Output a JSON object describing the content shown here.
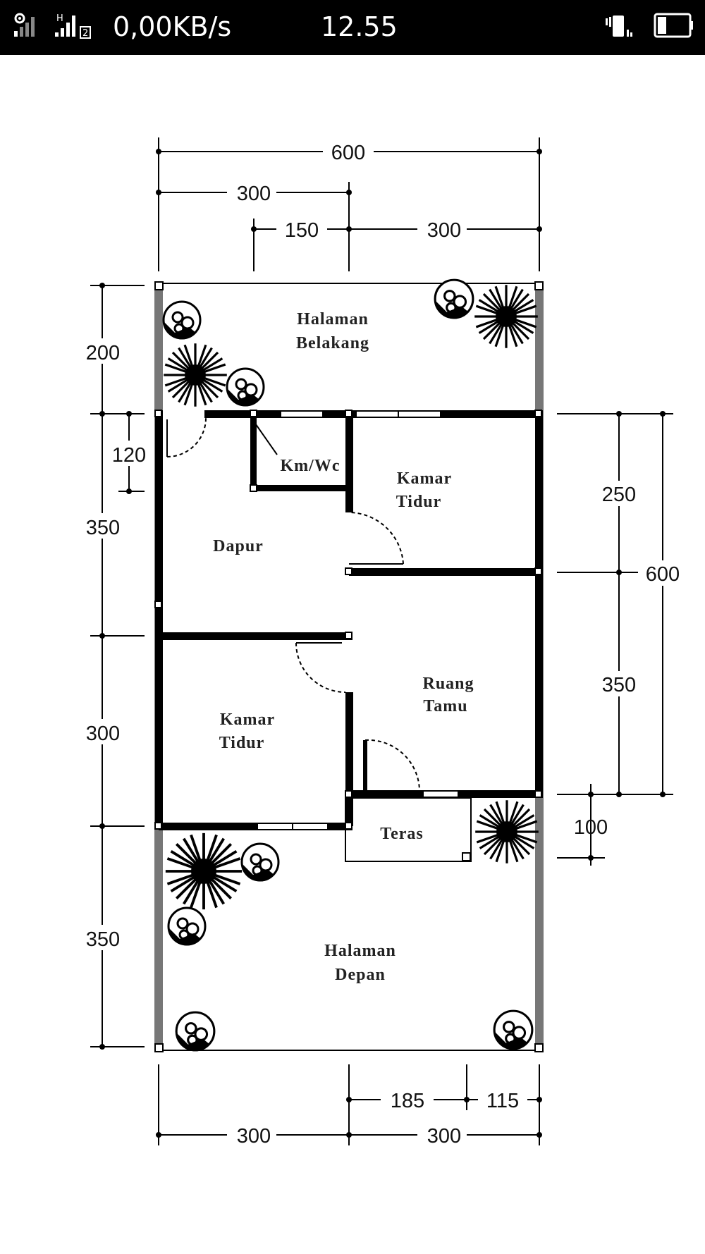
{
  "status_bar": {
    "network_speed": "0,00KB/s",
    "clock": "12.55",
    "sim_badge": "2",
    "network_type": "H",
    "icons": [
      "location-icon",
      "signal-1-icon",
      "signal-2-icon",
      "vibrate-icon",
      "battery-icon"
    ]
  },
  "plan": {
    "rooms": {
      "halaman_belakang": [
        "Halaman",
        "Belakang"
      ],
      "km_wc": "Km/Wc",
      "kamar_tidur_1": [
        "Kamar",
        "Tidur"
      ],
      "dapur": "Dapur",
      "ruang_tamu": [
        "Ruang",
        "Tamu"
      ],
      "kamar_tidur_2": [
        "Kamar",
        "Tidur"
      ],
      "teras": "Teras",
      "halaman_depan": [
        "Halaman",
        "Depan"
      ]
    },
    "dimensions": {
      "top_total": "600",
      "top_left": "300",
      "top_mid": "150",
      "top_right": "300",
      "left_1": "200",
      "left_2": "120",
      "left_3": "350",
      "left_4": "300",
      "left_5": "350",
      "right_1": "250",
      "right_total": "600",
      "right_2": "350",
      "right_3": "100",
      "bottom_1": "185",
      "bottom_2": "115",
      "bottom_left": "300",
      "bottom_right": "300"
    }
  },
  "colors": {
    "status_bar_bg": "#000000",
    "wall": "#000000",
    "site_wall": "#777777"
  }
}
